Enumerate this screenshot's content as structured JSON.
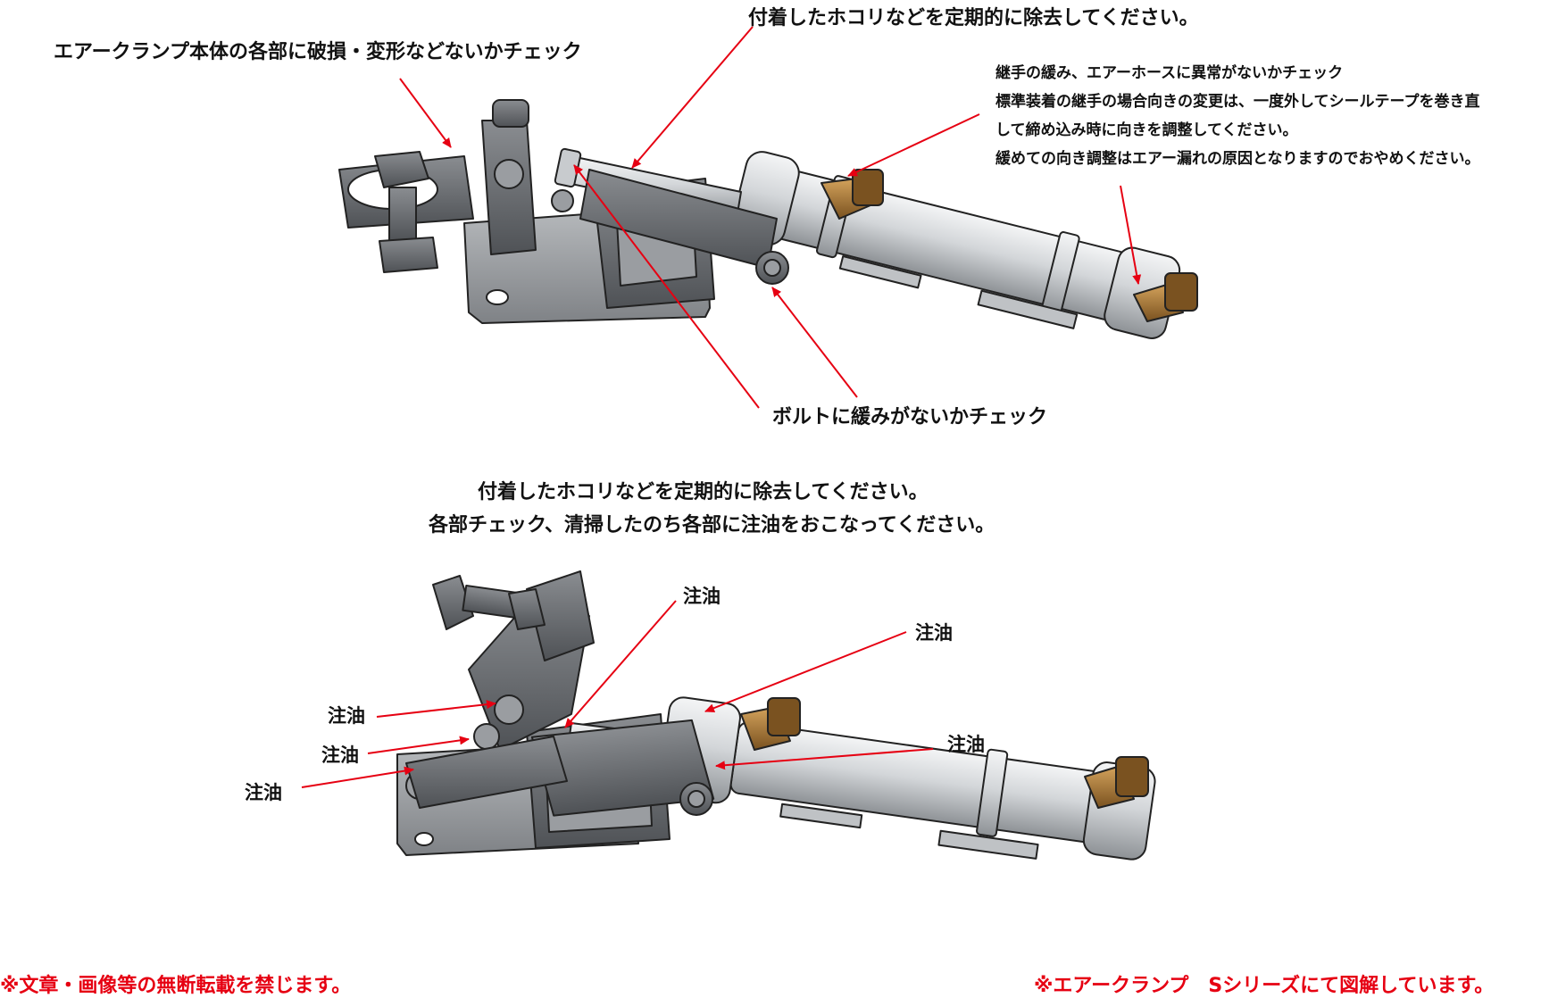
{
  "top_labels": {
    "dust_removal": "付着したホコリなどを定期的に除去してください。",
    "body_check": "エアークランプ本体の各部に破損・変形などないかチェック",
    "joint_notes": [
      "継手の緩み、エアーホースに異常がないかチェック",
      "標準装着の継手の場合向きの変更は、一度外してシールテープを巻き直",
      "して締め込み時に向きを調整してください。",
      "緩めての向き調整はエアー漏れの原因となりますのでおやめください。"
    ],
    "bolt_check": "ボルトに緩みがないかチェック"
  },
  "middle_text": [
    "付着したホコリなどを定期的に除去してください。",
    "各部チェック、清掃したのち各部に注油をおこなってください。"
  ],
  "oil_labels": [
    "注油",
    "注油",
    "注油",
    "注油",
    "注油",
    "注油"
  ],
  "footer": {
    "left": "※文章・画像等の無断転載を禁じます。",
    "right": "※エアークランプ　Sシリーズにて図解しています。"
  },
  "colors": {
    "arrow": "#e60012",
    "metal_dark": "#6b6e72",
    "metal_light": "#d9dcdf",
    "brass": "#a5742f"
  }
}
